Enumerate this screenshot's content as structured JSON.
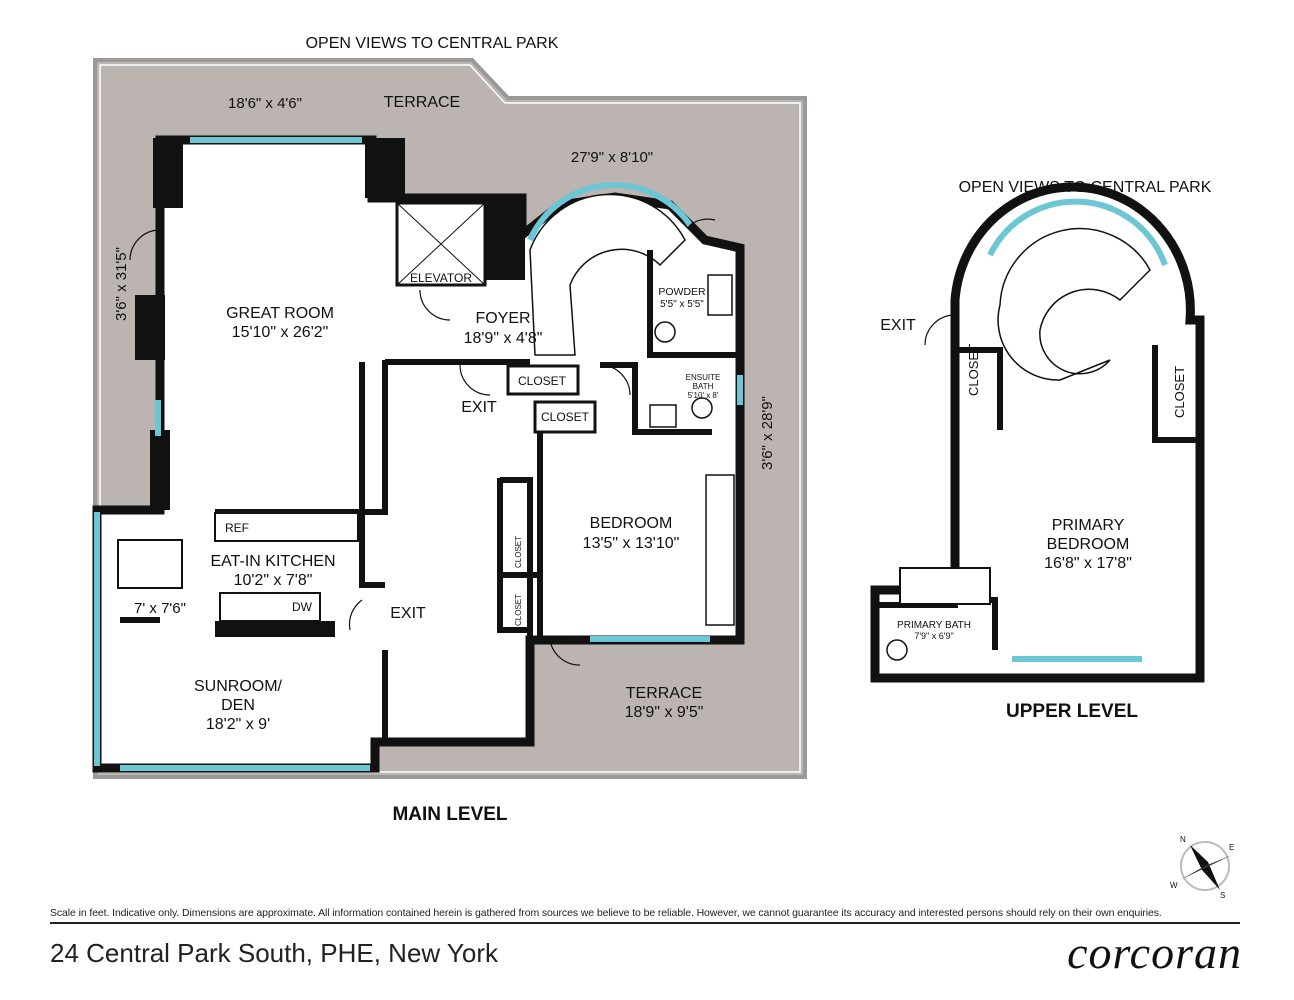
{
  "colors": {
    "terrace": "#bbb4b1",
    "wall": "#111111",
    "floor": "#ffffff",
    "window": "#6cc6d3"
  },
  "main_level": {
    "title": "MAIN LEVEL",
    "views_label": "OPEN VIEWS TO CENTRAL PARK",
    "terrace_top": {
      "name": "TERRACE",
      "dim_left": "18'6\" x 4'6\"",
      "dim_right": "27'9\" x 8'10\""
    },
    "terrace_left_dim": "3'6\" x 31'5\"",
    "terrace_right_dim": "3'6\" x 28'9\"",
    "terrace_bottom": {
      "name": "TERRACE",
      "dim": "18'9\" x 9'5\""
    },
    "elevator": "ELEVATOR",
    "great_room": {
      "name": "GREAT ROOM",
      "dim": "15'10\" x 26'2\""
    },
    "foyer": {
      "name": "FOYER",
      "dim": "18'9\" x 4'8\""
    },
    "powder": {
      "name": "POWDER",
      "dim": "5'5\" x 5'5\""
    },
    "ensuite_bath": {
      "name_1": "ENSUITE",
      "name_2": "BATH",
      "dim": "5'10' x 8'"
    },
    "closets": [
      "CLOSET",
      "CLOSET",
      "CLOSET",
      "CLOSET"
    ],
    "exits": [
      "EXIT",
      "EXIT"
    ],
    "bedroom": {
      "name": "BEDROOM",
      "dim": "13'5\" x 13'10\""
    },
    "kitchen": {
      "name": "EAT-IN KITCHEN",
      "dim": "10'2\" x 7'8\"",
      "ref": "REF",
      "dw": "DW"
    },
    "dining_dim": "7' x 7'6\"",
    "sunroom": {
      "name_1": "SUNROOM/",
      "name_2": "DEN",
      "dim": "18'2\" x 9'"
    }
  },
  "upper_level": {
    "title": "UPPER LEVEL",
    "views_label": "OPEN VIEWS TO CENTRAL PARK",
    "exit": "EXIT",
    "closets": [
      "CLOSET",
      "CLOSET"
    ],
    "primary_bedroom": {
      "name_1": "PRIMARY",
      "name_2": "BEDROOM",
      "dim": "16'8\" x 17'8\""
    },
    "primary_bath": {
      "name": "PRIMARY BATH",
      "dim": "7'9\" x 6'9\""
    }
  },
  "compass": {
    "n": "N",
    "e": "E",
    "s": "S",
    "w": "W"
  },
  "footer": {
    "disclaimer": "Scale in feet. Indicative only. Dimensions are approximate. All information contained herein is gathered from sources we believe to be reliable. However, we cannot guarantee its accuracy and interested persons should rely on their own enquiries.",
    "address": "24 Central Park South, PHE, New York",
    "logo": "corcoran"
  }
}
